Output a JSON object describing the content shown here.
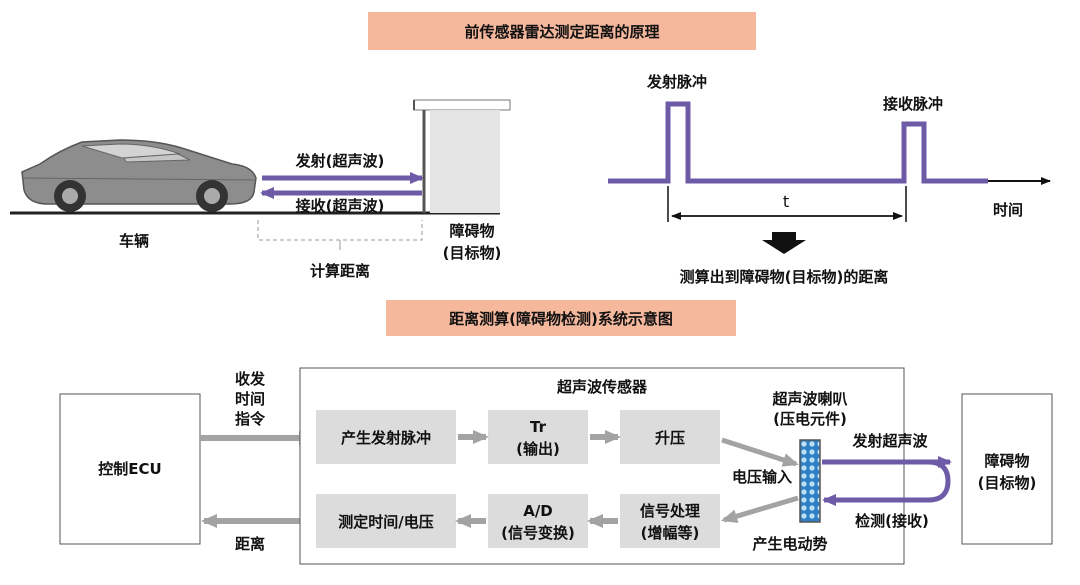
{
  "top": {
    "title": "前传感器雷达测定距离的原理",
    "vehicle_label": "车辆",
    "emit_label": "发射(超声波)",
    "receive_label": "接收(超声波)",
    "calc_distance_label": "计算距离",
    "obstacle_label_1": "障碍物",
    "obstacle_label_2": "(目标物)",
    "emit_pulse_label": "发射脉冲",
    "receive_pulse_label": "接收脉冲",
    "t_label": "t",
    "time_label": "时间",
    "result_label": "测算出到障碍物(目标物)的距离"
  },
  "bottom": {
    "title": "距离测算(障碍物检测)系统示意图",
    "ecu_label": "控制ECU",
    "cmd_line1": "收发",
    "cmd_line2": "时间",
    "cmd_line3": "指令",
    "distance_out_label": "距离",
    "sensor_title": "超声波传感器",
    "box_pulse": "产生发射脉冲",
    "box_tr_line1": "Tr",
    "box_tr_line2": "(输出)",
    "box_boost": "升压",
    "box_measure": "测定时间/电压",
    "box_ad_line1": "A/D",
    "box_ad_line2": "(信号变换)",
    "box_signal_line1": "信号处理",
    "box_signal_line2": "(增幅等)",
    "horn_line1": "超声波喇叭",
    "horn_line2": "(压电元件)",
    "voltage_input": "电压输入",
    "emf_label": "产生电动势",
    "emit_wave_label": "发射超声波",
    "detect_label": "检测(接收)",
    "obstacle_line1": "障碍物",
    "obstacle_line2": "(目标物)"
  },
  "colors": {
    "title_bg": "#f6b89c",
    "wave_purple": "#6e5ba8",
    "arrow_gray": "#a3a3a3",
    "box_gray": "#dcdcdc",
    "horn_blue": "#3b8fd0"
  }
}
